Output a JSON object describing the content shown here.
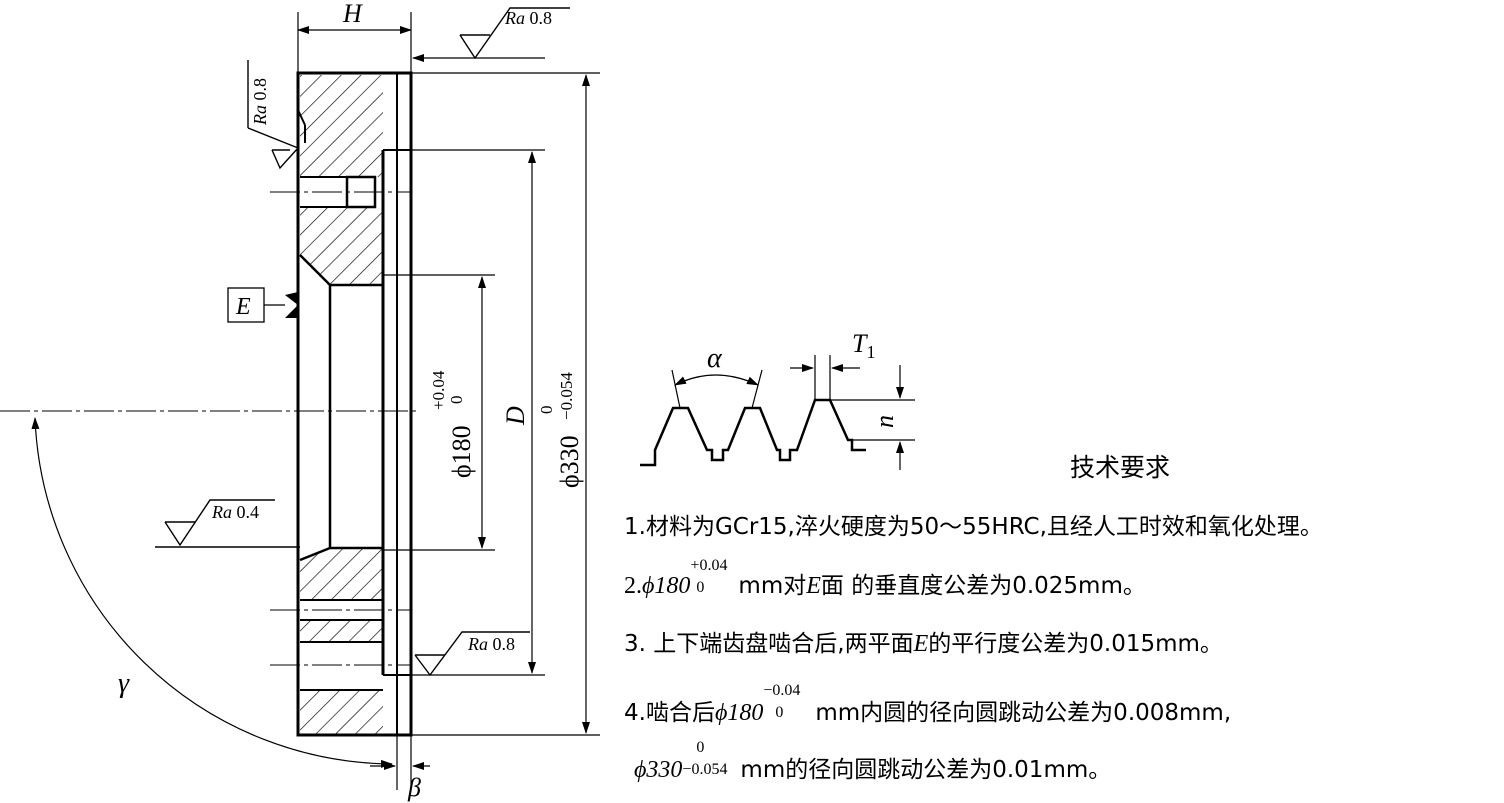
{
  "drawing": {
    "dim_H": "H",
    "dim_D": "D",
    "dim_T1_main": "T",
    "dim_T1_sub": "1",
    "dim_n": "n",
    "angle_alpha": "α",
    "angle_beta": "β",
    "angle_gamma": "γ",
    "datum_E": "E",
    "ra_prefix": "Ra",
    "ra_top": "0.8",
    "ra_left_top": "0.8",
    "ra_left_mid": "0.4",
    "ra_right_bottom": "0.8",
    "dim_d180": "ϕ180",
    "dim_d180_upper": "+0.04",
    "dim_d180_lower": "0",
    "dim_d330": "ϕ330",
    "dim_d330_upper": "0",
    "dim_d330_lower": "−0.054"
  },
  "requirements": {
    "title": "技术要求",
    "line1": "1.材料为GCr15,淬火硬度为50～55HRC,且经人工时效和氧化处理。",
    "line2_pre": "2.",
    "line2_phi": "ϕ180",
    "line2_upper": "+0.04",
    "line2_lower": "0",
    "line2_mm": "mm对",
    "line2_E": "E",
    "line2_post": "面 的垂直度公差为0.025mm。",
    "line3_pre": "3. 上下端齿盘啮合后,两平面",
    "line3_E": "E",
    "line3_post": "的平行度公差为0.015mm。",
    "line4_pre": "4.啮合后",
    "line4_phi": "ϕ180",
    "line4_upper": "−0.04",
    "line4_lower": "0",
    "line4_post": "mm内圆的径向圆跳动公差为0.008mm,",
    "line5_phi": "ϕ330",
    "line5_upper": "0",
    "line5_lower": "−0.054",
    "line5_post": "mm的径向圆跳动公差为0.01mm。"
  }
}
